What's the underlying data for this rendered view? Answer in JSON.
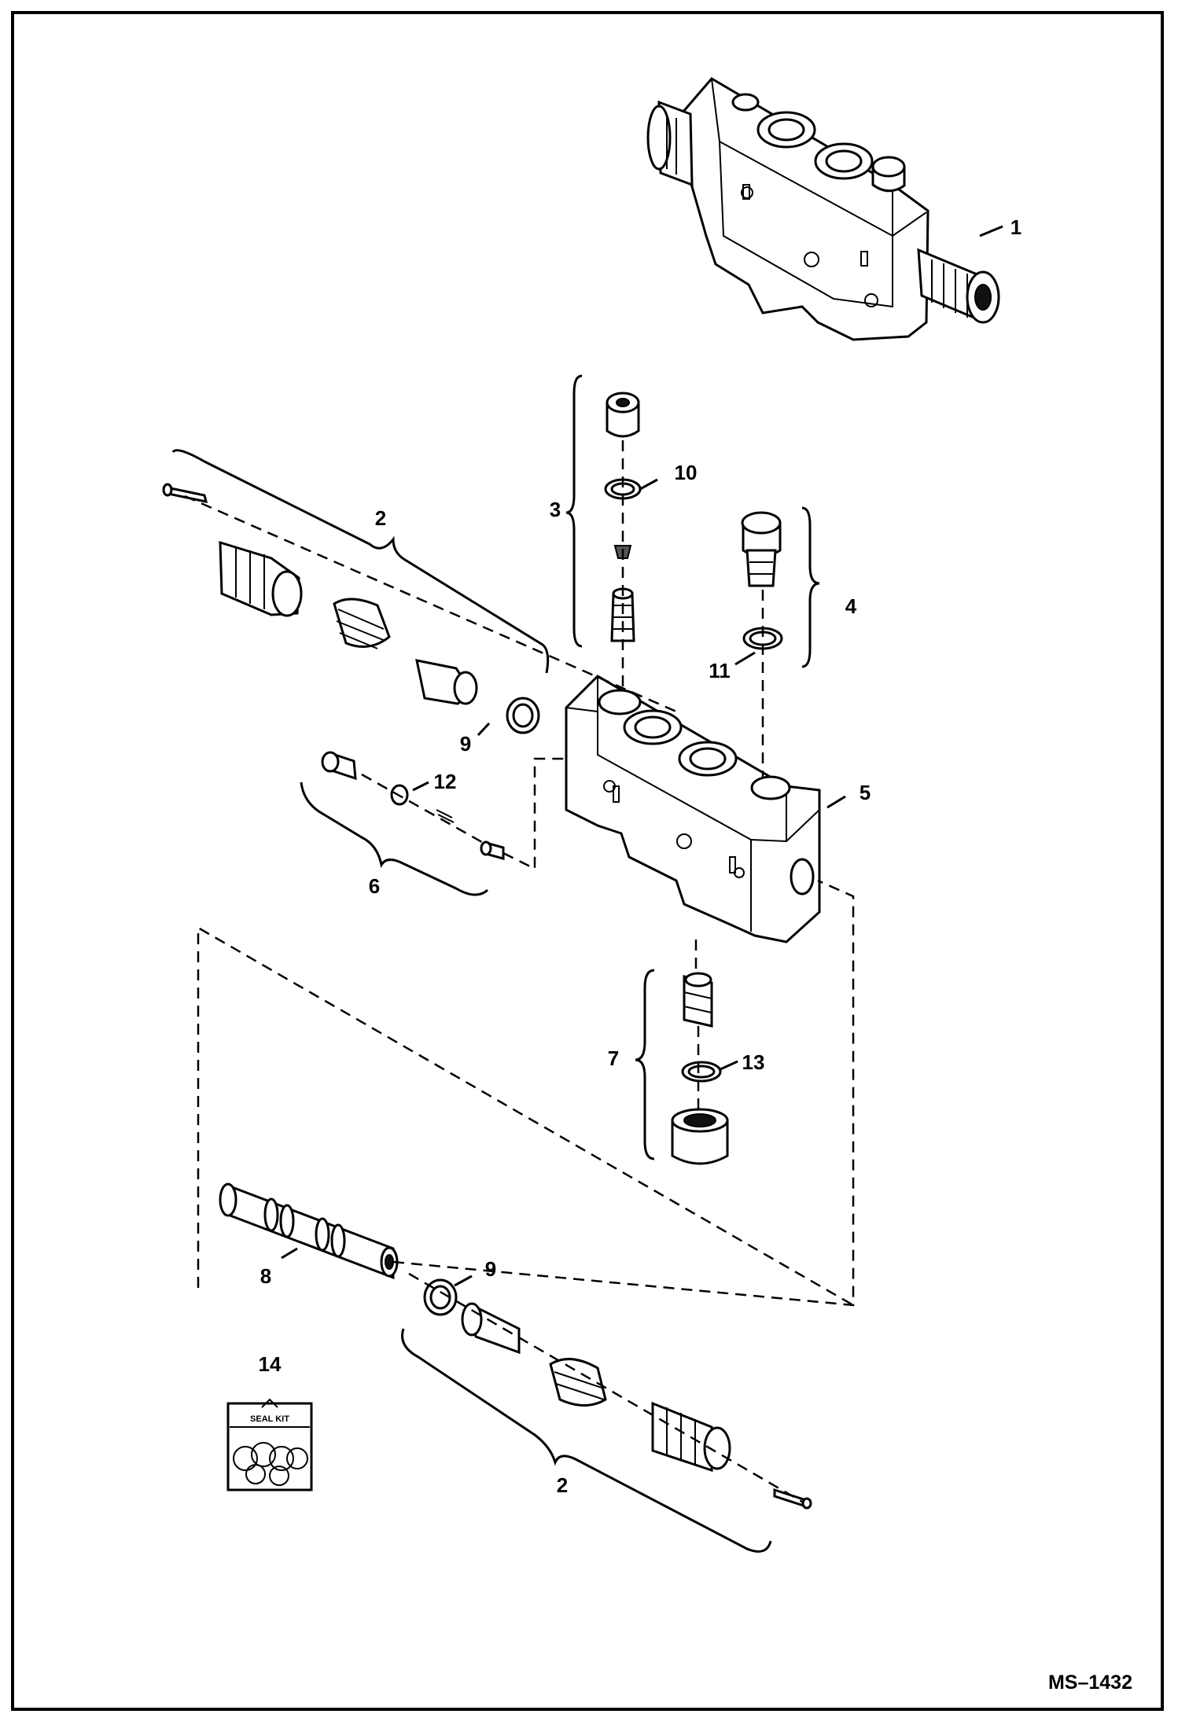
{
  "callouts": {
    "c1": "1",
    "c2_top": "2",
    "c2_bottom": "2",
    "c3": "3",
    "c4": "4",
    "c5": "5",
    "c6": "6",
    "c7": "7",
    "c8": "8",
    "c9_upper": "9",
    "c9_lower": "9",
    "c10": "10",
    "c11": "11",
    "c12": "12",
    "c13": "13",
    "c14": "14"
  },
  "seal_kit_label": "SEAL KIT",
  "figure_code": "MS–1432"
}
